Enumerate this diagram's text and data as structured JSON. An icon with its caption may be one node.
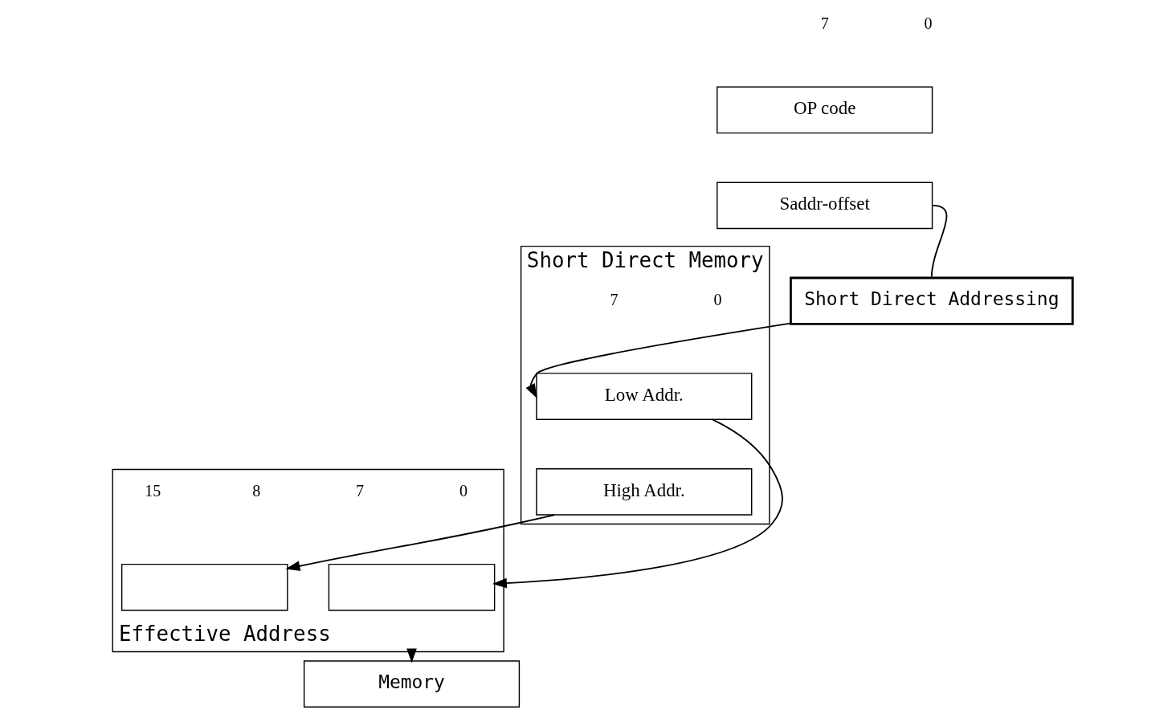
{
  "diagram": {
    "nodes": [
      {
        "text": [
          "OP code"
        ]
      },
      {
        "text": [
          "Saddr-offset"
        ]
      },
      {
        "text": [
          "Short Direct Addressing"
        ]
      },
      {
        "text": [
          "Short Direct Memory"
        ]
      },
      {
        "text": [
          "Low Addr."
        ],
        "in": 3
      },
      {
        "text": [
          "High Addr."
        ],
        "in": 3
      },
      {
        "text": [
          "Effective Address"
        ]
      },
      {
        "text": [],
        "shape": "box",
        "in": 6
      },
      {
        "text": [],
        "shape": "box",
        "in": 6
      },
      {
        "text": [
          "Memory"
        ]
      }
    ],
    "edges": [
      {
        "from": 1,
        "to": 2,
        "arrow": "none"
      },
      {
        "from": 2,
        "to": 4,
        "arrow": "to"
      },
      {
        "from": 4,
        "to": 8,
        "arrow": "to"
      },
      {
        "from": 5,
        "to": 7,
        "arrow": "to"
      },
      {
        "from": 6,
        "to": 9,
        "arrow": "to"
      }
    ],
    "labels": [
      "7",
      "0",
      "7",
      "0",
      "15",
      "8",
      "7",
      "0"
    ]
  }
}
